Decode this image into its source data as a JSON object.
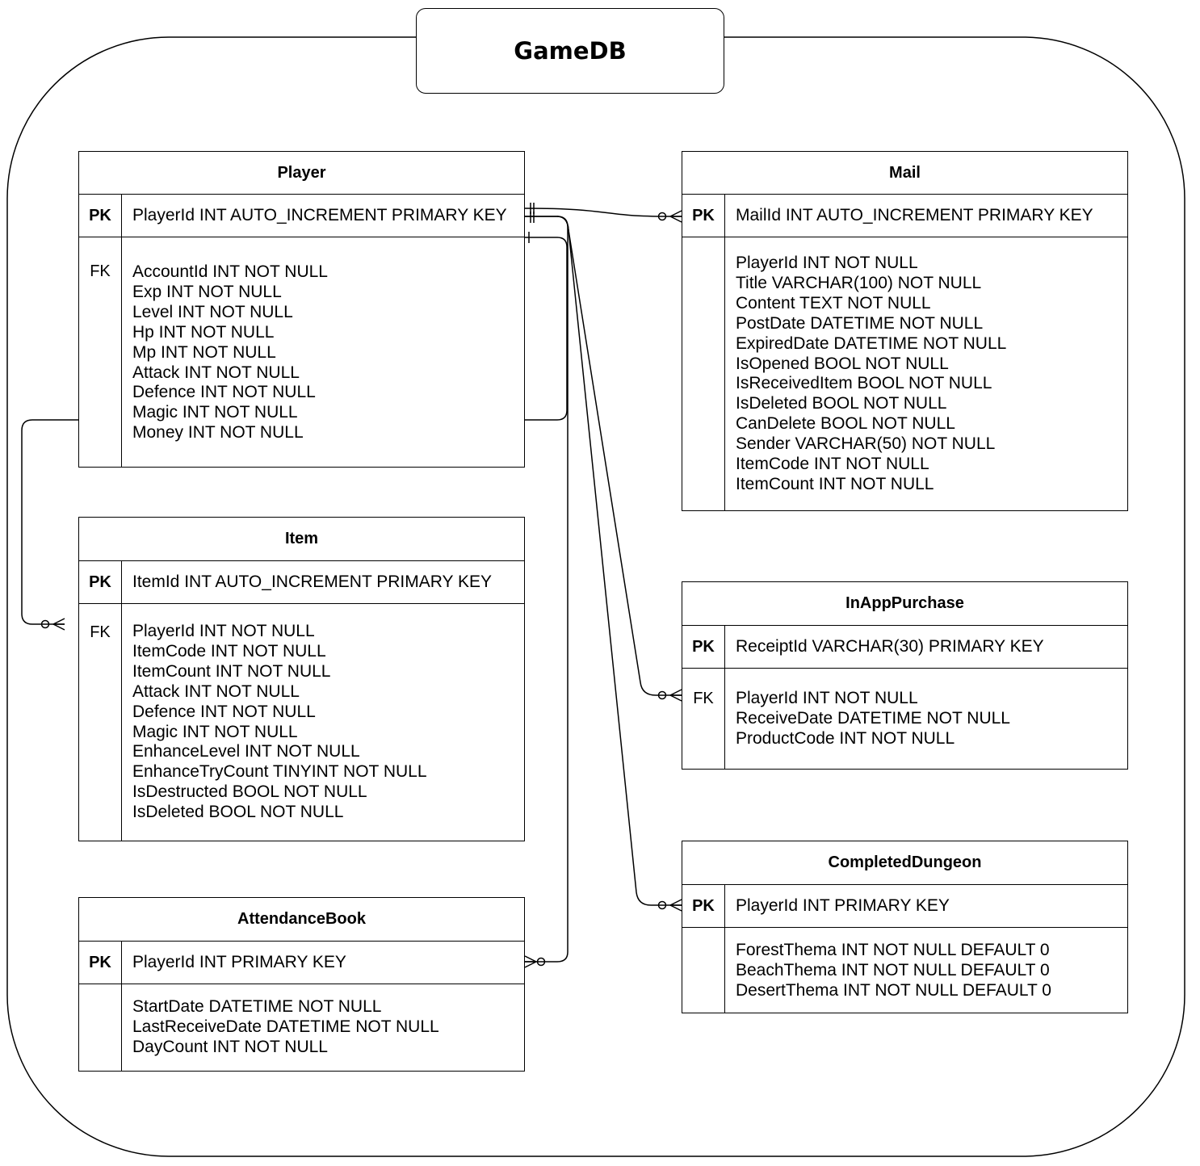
{
  "db": {
    "title": "GameDB"
  },
  "entities": {
    "player": {
      "title": "Player",
      "pk_label": "PK",
      "pk_field": "PlayerId INT AUTO_INCREMENT PRIMARY KEY",
      "fk_label": "FK",
      "fields": [
        "AccountId INT NOT NULL",
        "Exp INT NOT NULL",
        "Level INT NOT NULL",
        "Hp INT NOT NULL",
        "Mp INT NOT NULL",
        "Attack INT NOT NULL",
        "Defence INT NOT NULL",
        "Magic INT NOT NULL",
        "Money INT NOT NULL"
      ]
    },
    "item": {
      "title": "Item",
      "pk_label": "PK",
      "pk_field": "ItemId INT AUTO_INCREMENT PRIMARY KEY",
      "fk_label": "FK",
      "fields": [
        "PlayerId INT NOT NULL",
        "ItemCode INT NOT NULL",
        "ItemCount INT NOT NULL",
        "Attack INT NOT NULL",
        "Defence INT NOT NULL",
        "Magic INT NOT NULL",
        "EnhanceLevel INT NOT NULL",
        "EnhanceTryCount TINYINT NOT NULL",
        "IsDestructed BOOL NOT NULL",
        "IsDeleted BOOL NOT NULL"
      ]
    },
    "attendance": {
      "title": "AttendanceBook",
      "pk_label": "PK",
      "pk_field": "PlayerId INT PRIMARY KEY",
      "fk_label": "",
      "fields": [
        "StartDate DATETIME NOT NULL",
        "LastReceiveDate DATETIME NOT NULL",
        "DayCount INT NOT NULL"
      ]
    },
    "mail": {
      "title": "Mail",
      "pk_label": "PK",
      "pk_field": "MailId INT AUTO_INCREMENT PRIMARY KEY",
      "fk_label": "",
      "fields": [
        "PlayerId INT NOT NULL",
        "Title VARCHAR(100) NOT NULL",
        "Content TEXT NOT NULL",
        "PostDate DATETIME NOT NULL",
        "ExpiredDate DATETIME NOT NULL",
        "IsOpened BOOL NOT NULL",
        "IsReceivedItem BOOL NOT NULL",
        "IsDeleted BOOL NOT NULL",
        "CanDelete BOOL NOT NULL",
        "Sender VARCHAR(50) NOT NULL",
        "ItemCode INT NOT NULL",
        "ItemCount INT NOT NULL"
      ]
    },
    "inapp": {
      "title": "InAppPurchase",
      "pk_label": "PK",
      "pk_field": "ReceiptId VARCHAR(30) PRIMARY KEY",
      "fk_label": "FK",
      "fields": [
        "PlayerId INT NOT NULL",
        "ReceiveDate DATETIME NOT NULL",
        "ProductCode INT NOT NULL"
      ]
    },
    "dungeon": {
      "title": "CompletedDungeon",
      "pk_label": "PK",
      "pk_field": "PlayerId INT PRIMARY KEY",
      "fk_label": "",
      "fields": [
        "ForestThema INT NOT NULL DEFAULT 0",
        "BeachThema INT NOT NULL DEFAULT 0",
        "DesertThema INT NOT NULL DEFAULT 0"
      ]
    }
  }
}
